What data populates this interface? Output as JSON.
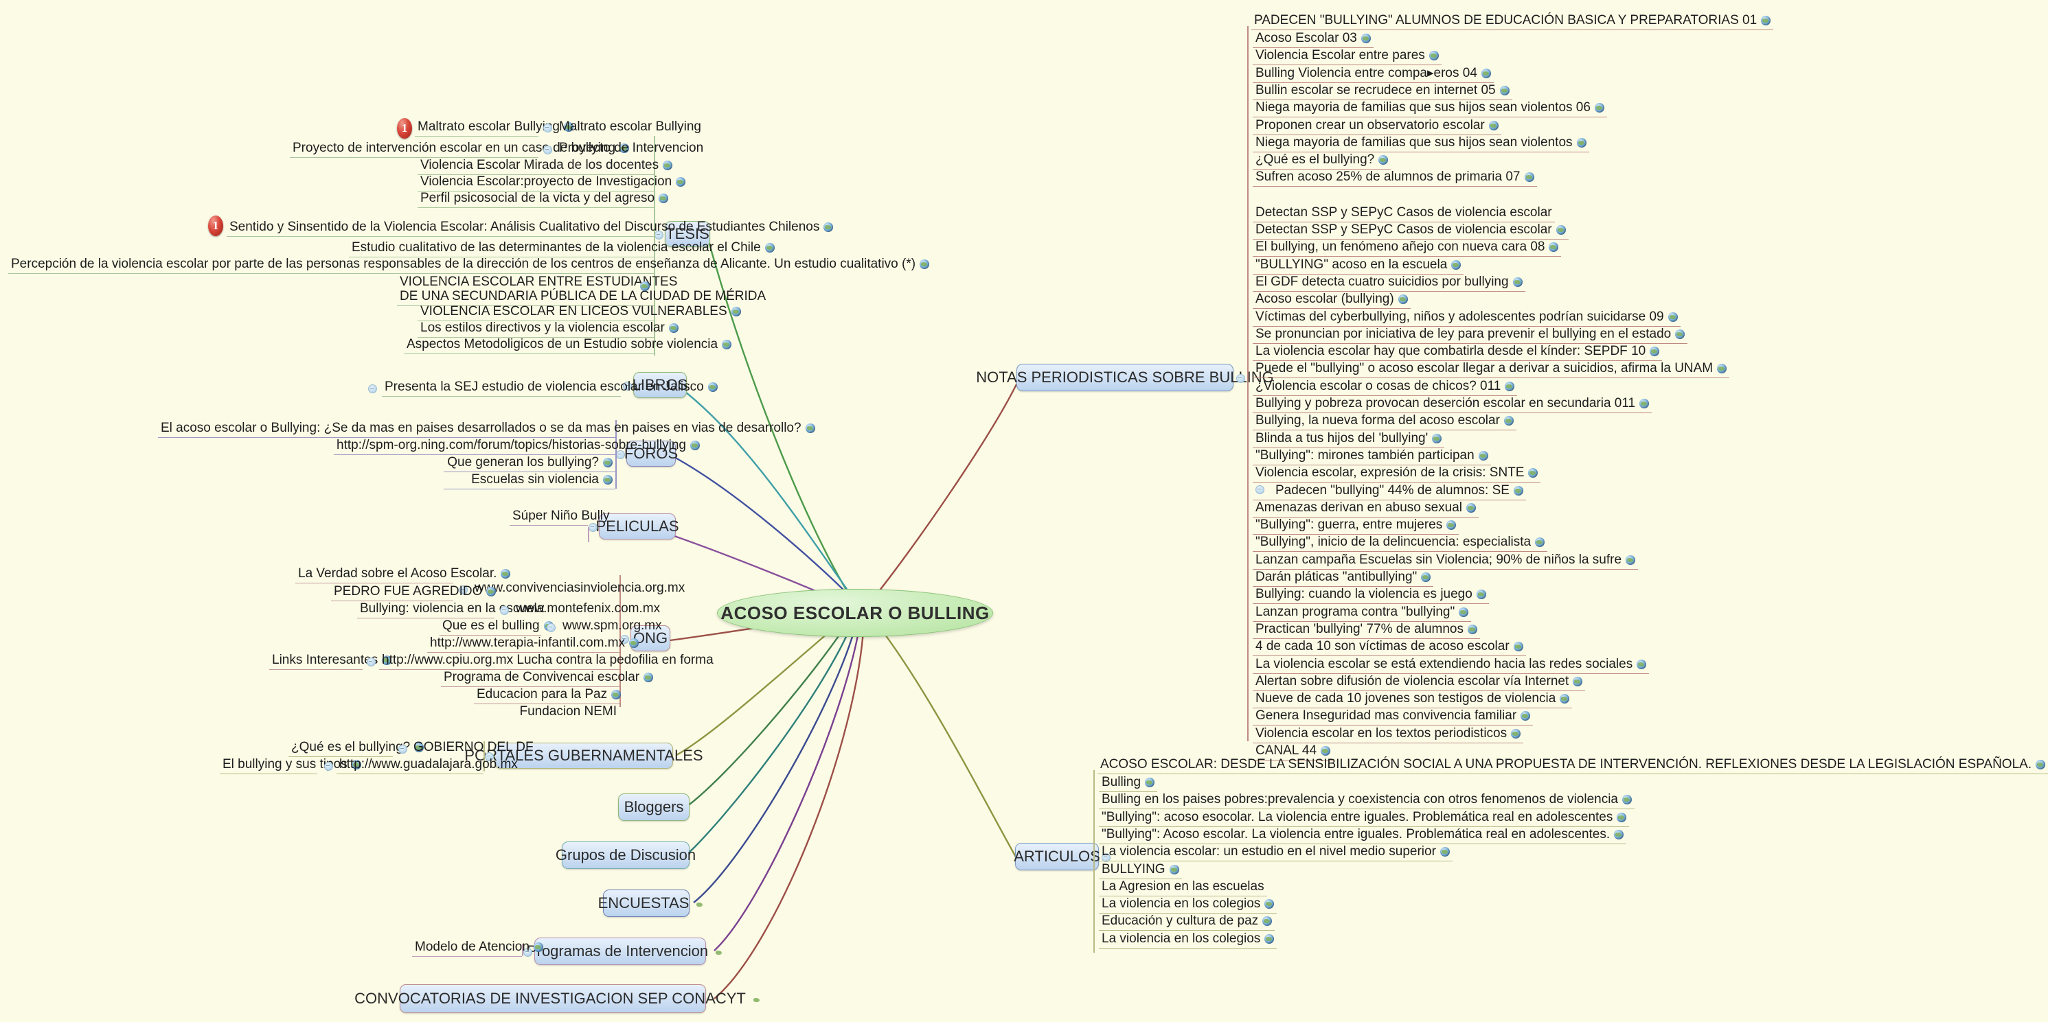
{
  "root": {
    "label": "ACOSO ESCOLAR O BULLING"
  },
  "icons": {
    "globe": "globe-icon",
    "collapse": "collapse-toggle-icon",
    "marker": "priority-marker-1-icon"
  },
  "branches": {
    "tesis": {
      "label": "TESIS",
      "items": [
        {
          "text": "Maltrato escolar Bullying",
          "globe": true,
          "marker": "1",
          "child": "Maltrato escolar Bullying"
        },
        {
          "text": "Proyecto de intervención escolar en un caso de bullying",
          "globe": true,
          "child": "Proyecto de Intervencion"
        },
        {
          "text": "Violencia Escolar Mirada de los docentes",
          "globe": true
        },
        {
          "text": "Violencia Escolar:proyecto de Investigacion",
          "globe": true
        },
        {
          "text": "Perfil psicosocial de la victa y del agreso",
          "globe": true
        },
        {
          "text": "Sentido y Sinsentido de la Violencia Escolar: Análisis Cualitativo del Discurso de Estudiantes Chilenos",
          "globe": true,
          "marker": "1"
        },
        {
          "text": "Estudio cualitativo de las determinantes de la violencia escolar el Chile",
          "globe": true
        },
        {
          "text": "Percepción de la violencia escolar por parte de las personas responsables de la dirección de los centros de enseñanza de Alicante. Un estudio cualitativo (*)",
          "globe": true
        },
        {
          "text": "VIOLENCIA ESCOLAR ENTRE ESTUDIANTES",
          "text2": "DE UNA SECUNDARIA PÚBLICA DE LA CIUDAD DE MÉRIDA",
          "globe": true
        },
        {
          "text": "VIOLENCIA ESCOLAR EN LICEOS VULNERABLES",
          "globe": true
        },
        {
          "text": "Los estilos directivos y la violencia escolar",
          "globe": true
        },
        {
          "text": "Aspectos Metodoligicos de un Estudio sobre violencia",
          "globe": true
        }
      ]
    },
    "libros": {
      "label": "LIBROS",
      "items": [
        {
          "text": "Presenta la SEJ estudio de violencia escolar en Jalisco",
          "globe": true,
          "bullet": true
        }
      ]
    },
    "foros": {
      "label": "FOROS",
      "items": [
        {
          "text": "El acoso escolar o Bullying: ¿Se da mas en paises desarrollados o se da mas en paises en vias de desarrollo?",
          "globe": true
        },
        {
          "text": "http://spm-org.ning.com/forum/topics/historias-sobre-bullying",
          "globe": true
        },
        {
          "text": "Que generan los bullying?",
          "globe": true
        },
        {
          "text": "Escuelas sin violencia",
          "globe": true
        }
      ]
    },
    "peliculas": {
      "label": "PELICULAS",
      "items": [
        {
          "text": "Súper Niño Bully",
          "globe": false
        }
      ]
    },
    "ong": {
      "label": "ONG",
      "items": [
        {
          "text": "La Verdad sobre el Acoso Escolar.",
          "globe": true,
          "sibling": "www.convivenciasinviolencia.org.mx"
        },
        {
          "text": "PEDRO FUE AGREDIDO",
          "globe": true
        },
        {
          "text": "Bullying: violencia en la escuela",
          "globe": false,
          "sibling": "www.montefenix.com.mx"
        },
        {
          "text": "Que es el bulling",
          "globe": true,
          "sibling": "www.spm.org.mx"
        },
        {
          "text": "http://www.terapia-infantil.com.mx",
          "globe": true
        },
        {
          "text": "Links Interesantes",
          "globe": true,
          "sibling": "http://www.cpiu.org.mx Lucha contra la pedofilia en forma"
        },
        {
          "text": "Programa de Convivencai escolar",
          "globe": true
        },
        {
          "text": "Educacion para la Paz",
          "globe": true
        },
        {
          "text": "Fundacion NEMI",
          "globe": false
        }
      ]
    },
    "portales": {
      "label": "PORTALES GUBERNAMENTALES",
      "items": [
        {
          "text": "¿Qué es el bullying?",
          "globe": true,
          "sibling": "GOBIERNO DEL DF"
        },
        {
          "text": "El bullying y sus tipos",
          "globe": true,
          "sibling": "http://www.guadalajara.gob.mx"
        }
      ]
    },
    "bloggers": {
      "label": "Bloggers",
      "items": []
    },
    "grupos": {
      "label": "Grupos de Discusion",
      "items": []
    },
    "encuestas": {
      "label": "ENCUESTAS",
      "globe": true,
      "items": []
    },
    "programas": {
      "label": "Programas de Intervencion",
      "globe": true,
      "items": [
        {
          "text": "Modelo de Atencion",
          "globe": true
        }
      ]
    },
    "convocatorias": {
      "label": "CONVOCATORIAS DE INVESTIGACION  SEP CONACYT",
      "globe": true,
      "items": []
    },
    "notas": {
      "label": "NOTAS PERIODISTICAS SOBRE BULLING",
      "header": {
        "text": "PADECEN \"BULLYING\" ALUMNOS DE EDUCACIÓN BASICA Y PREPARATORIAS 01",
        "globe": true
      },
      "items": [
        {
          "text": "Acoso Escolar 03",
          "globe": true
        },
        {
          "text": "Violencia Escolar entre pares",
          "globe": true
        },
        {
          "text": "Bulling Violencia entre compa▸eros 04",
          "globe": true
        },
        {
          "text": "Bullin escolar se recrudece en internet 05",
          "globe": true
        },
        {
          "text": "Niega mayoria de familias que sus hijos sean violentos 06",
          "globe": true
        },
        {
          "text": "Proponen crear un observatorio escolar",
          "globe": true
        },
        {
          "text": "Niega mayoria de familias que sus hijos sean violentos",
          "globe": true
        },
        {
          "text": "¿Qué es el bullying?",
          "globe": true
        },
        {
          "text": "Sufren acoso 25% de alumnos de primaria 07",
          "globe": true,
          "tall": true
        },
        {
          "text": "Detectan SSP y SEPyC Casos de violencia escolar",
          "globe": false
        },
        {
          "text": "Detectan SSP y SEPyC Casos de violencia escolar",
          "globe": true
        },
        {
          "text": "El bullying, un fenómeno añejo con nueva cara 08",
          "globe": true
        },
        {
          "text": "\"BULLYING\" acoso en la escuela",
          "globe": true
        },
        {
          "text": "El GDF detecta cuatro suicidios por bullying",
          "globe": true
        },
        {
          "text": "Acoso escolar (bullying)",
          "globe": true
        },
        {
          "text": "Víctimas del cyberbullying, niños y adolescentes podrían suicidarse 09",
          "globe": true
        },
        {
          "text": "Se pronuncian por iniciativa de ley para prevenir el bullying en el estado",
          "globe": true
        },
        {
          "text": "La violencia escolar hay que combatirla desde el kínder: SEPDF 10",
          "globe": true
        },
        {
          "text": "Puede el \"bullying\" o acoso escolar llegar a derivar a suicidios, afirma la UNAM",
          "globe": true
        },
        {
          "text": "¿Violencia escolar o cosas de chicos? 011",
          "globe": true
        },
        {
          "text": "Bullying y pobreza provocan deserción escolar en secundaria 011",
          "globe": true
        },
        {
          "text": "Bullying, la nueva forma del acoso escolar",
          "globe": true
        },
        {
          "text": "Blinda a tus hijos del 'bullying'",
          "globe": true
        },
        {
          "text": "\"Bullying\": mirones también participan",
          "globe": true
        },
        {
          "text": "Violencia escolar, expresión de la crisis: SNTE",
          "globe": true
        },
        {
          "text": "Padecen \"bullying\" 44% de alumnos: SE",
          "globe": true,
          "bullet": true
        },
        {
          "text": "Amenazas derivan en abuso sexual",
          "globe": true
        },
        {
          "text": "\"Bullying\": guerra, entre mujeres",
          "globe": true
        },
        {
          "text": "\"Bullying\", inicio de la delincuencia: especialista",
          "globe": true
        },
        {
          "text": "Lanzan campaña Escuelas sin Violencia; 90% de niños la sufre",
          "globe": true
        },
        {
          "text": "Darán pláticas \"antibullying\"",
          "globe": true
        },
        {
          "text": "Bullying: cuando la violencia es juego",
          "globe": true
        },
        {
          "text": "Lanzan programa contra \"bullying\"",
          "globe": true
        },
        {
          "text": "Practican 'bullying' 77% de alumnos",
          "globe": true
        },
        {
          "text": "4 de cada 10 son víctimas de acoso escolar",
          "globe": true
        },
        {
          "text": "La violencia escolar se está extendiendo hacia las redes sociales",
          "globe": true
        },
        {
          "text": "Alertan sobre difusión de violencia escolar vía Internet",
          "globe": true
        },
        {
          "text": "Nueve de cada 10 jovenes son testigos de violencia",
          "globe": true
        },
        {
          "text": "Genera Inseguridad mas convivencia familiar",
          "globe": true
        },
        {
          "text": "Violencia escolar en los textos periodisticos",
          "globe": true
        },
        {
          "text": "CANAL 44",
          "globe": true
        }
      ]
    },
    "articulos": {
      "label": "ARTICULOS",
      "header": {
        "text": "ACOSO ESCOLAR: DESDE LA SENSIBILIZACIÓN SOCIAL A UNA PROPUESTA DE INTERVENCIÓN. REFLEXIONES DESDE LA LEGISLACIÓN ESPAÑOLA.",
        "globe": true
      },
      "items": [
        {
          "text": "Bulling",
          "globe": true
        },
        {
          "text": "Bulling en los paises pobres:prevalencia y  coexistencia con otros fenomenos de violencia",
          "globe": true
        },
        {
          "text": "\"Bullying\": acoso esocolar. La violencia entre iguales. Problemática real en adolescentes",
          "globe": true
        },
        {
          "text": "\"Bullying\": Acoso escolar. La violencia entre iguales. Problemática real en adolescentes.",
          "globe": true
        },
        {
          "text": "La violencia escolar: un estudio en el nivel medio superior",
          "globe": true
        },
        {
          "text": "BULLYING",
          "globe": true
        },
        {
          "text": "La Agresion en las escuelas",
          "globe": false
        },
        {
          "text": "La violencia en los colegios",
          "globe": true
        },
        {
          "text": "Educación y cultura de paz",
          "globe": true
        },
        {
          "text": "La violencia en los colegios",
          "globe": true
        }
      ]
    }
  },
  "colors": {
    "canvas": "#fbfbe6",
    "root_fill": "#c8ecb7",
    "root_border": "#8cc47a",
    "box_fill": "#cfe0f3",
    "tesis_line": "#a9c79a",
    "libros_line": "#8fb877",
    "foros_line": "#9a96c4",
    "peliculas_line": "#c0a0bb",
    "ong_line": "#c08a80",
    "portales_line": "#b9bb84",
    "notas_line": "#9c4f46",
    "articulos_line": "#b9bb84"
  }
}
